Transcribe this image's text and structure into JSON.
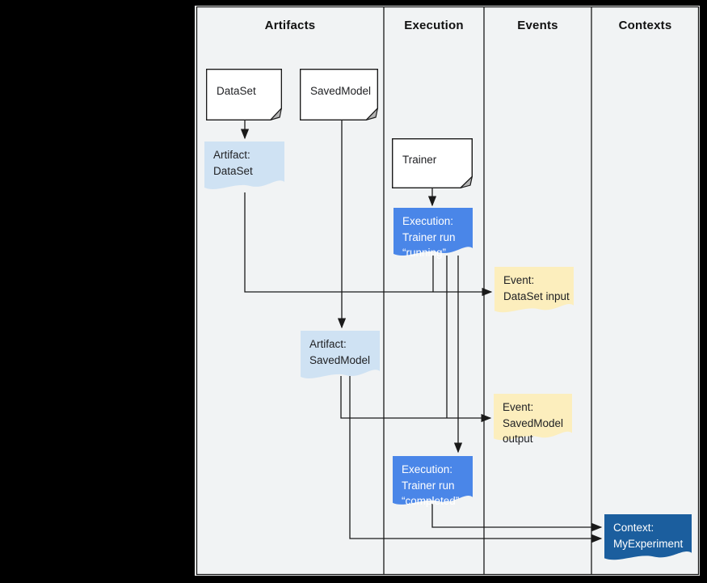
{
  "diagram": {
    "lanes": [
      {
        "label": "Artifacts"
      },
      {
        "label": "Execution"
      },
      {
        "label": "Events"
      },
      {
        "label": "Contexts"
      }
    ],
    "nodes": {
      "dataset": {
        "label": "DataSet"
      },
      "savedmodel": {
        "label": "SavedModel"
      },
      "trainer": {
        "label": "Trainer"
      },
      "artifact_dataset": {
        "lines": [
          "Artifact:",
          "DataSet"
        ]
      },
      "execution_running": {
        "lines": [
          "Execution:",
          "Trainer run",
          "“running”"
        ]
      },
      "event_dataset_input": {
        "lines": [
          "Event:",
          "DataSet input"
        ]
      },
      "artifact_savedmodel": {
        "lines": [
          "Artifact:",
          "SavedModel"
        ]
      },
      "event_savedmodel_output": {
        "lines": [
          "Event:",
          "SavedModel",
          "output"
        ]
      },
      "execution_completed": {
        "lines": [
          "Execution:",
          "Trainer run",
          "“completed”"
        ]
      },
      "context_myexperiment": {
        "lines": [
          "Context:",
          "MyExperiment"
        ]
      }
    },
    "colors": {
      "background": "#000000",
      "canvas": "#f1f3f4",
      "box_fill": "#ffffff",
      "artifact_fill": "#cfe2f3",
      "execution_fill": "#4a86e8",
      "event_fill": "#fceebd",
      "context_fill": "#1b5e9e",
      "line": "#1a1a1a"
    }
  }
}
